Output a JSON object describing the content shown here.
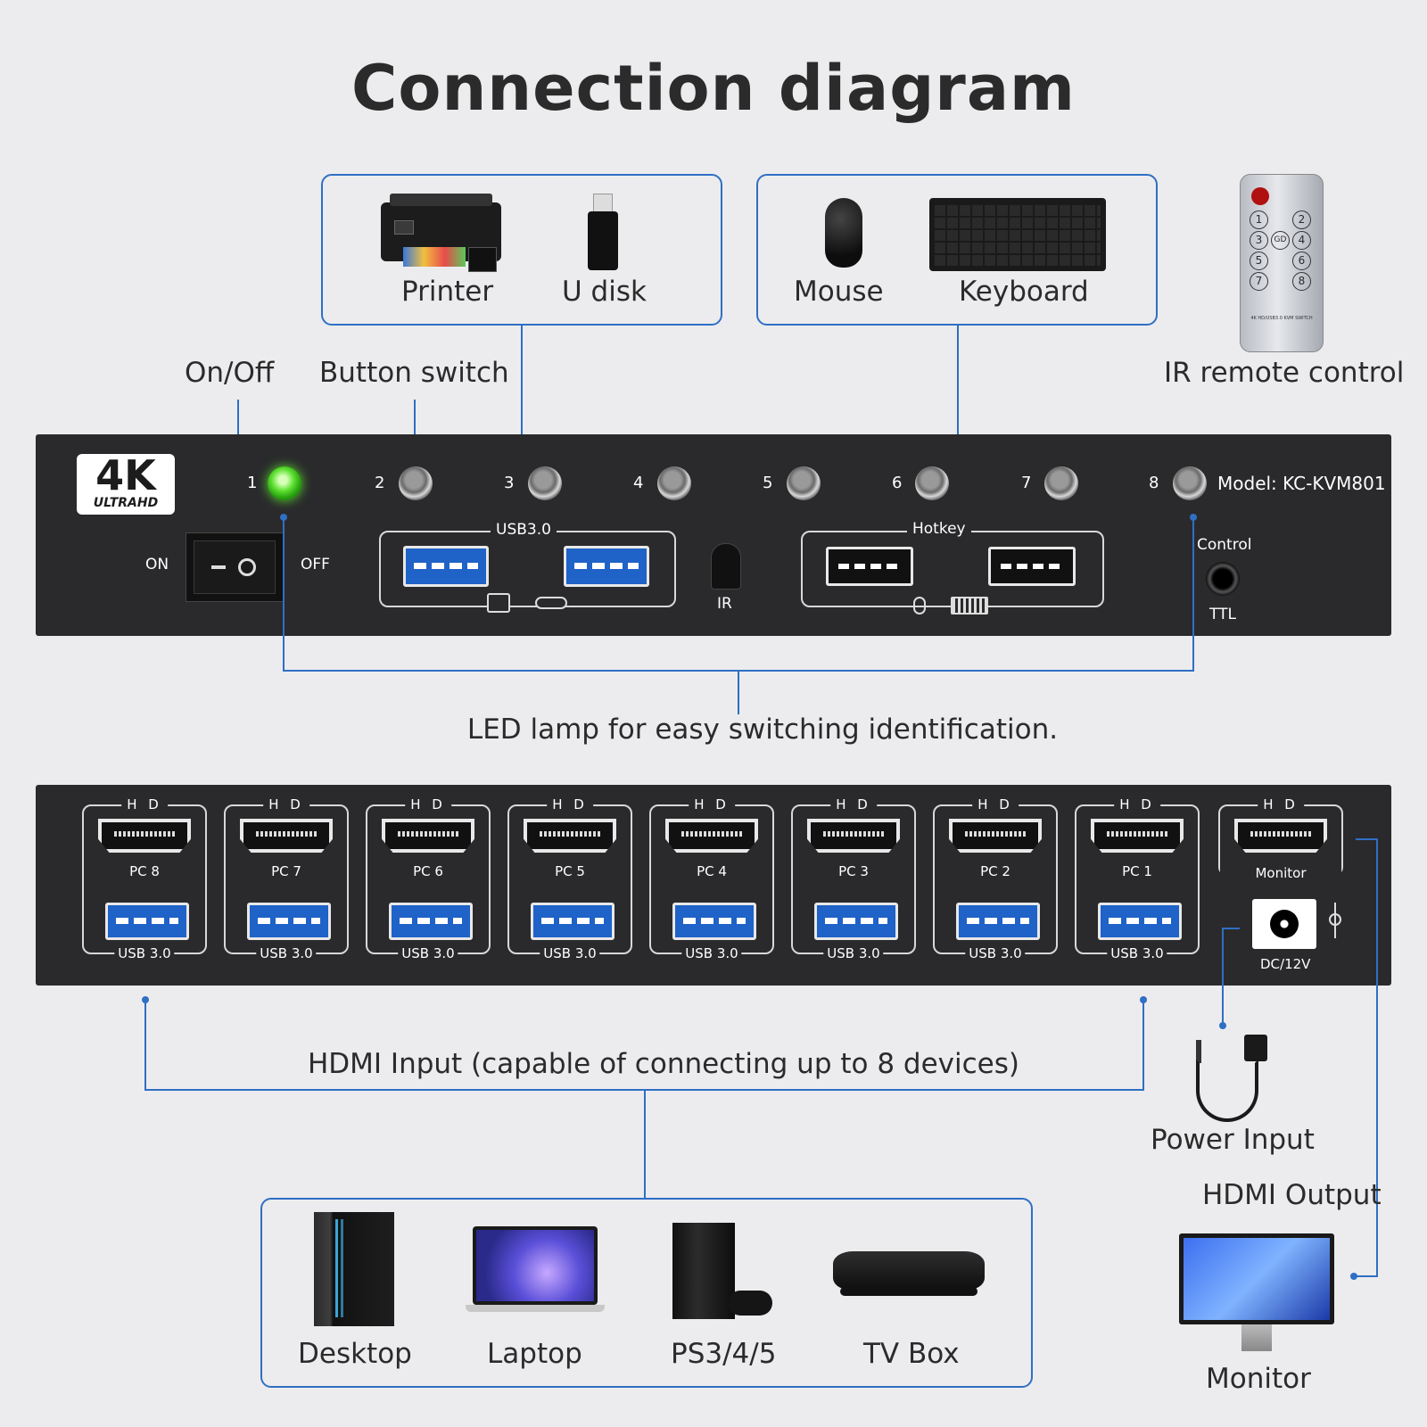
{
  "title": "Connection diagram",
  "peripherals": {
    "usb_devices": [
      "Printer",
      "U disk"
    ],
    "input_devices": [
      "Mouse",
      "Keyboard"
    ],
    "remote_label": "IR remote control",
    "remote_buttons": [
      "1",
      "2",
      "3",
      "GD",
      "4",
      "5",
      "6",
      "7",
      "8"
    ],
    "remote_caption": "4K HD/USB3.0 KVM SWITCH"
  },
  "callouts": {
    "on_off": "On/Off",
    "button_switch": "Button switch",
    "led_note": "LED lamp for easy switching identification.",
    "hdmi_input": "HDMI Input (capable of connecting up to 8 devices)",
    "power_input": "Power Input",
    "hdmi_output": "HDMI Output"
  },
  "front_panel": {
    "badge_main": "4K",
    "badge_sub": "ULTRAHD",
    "leds": [
      "1",
      "2",
      "3",
      "4",
      "5",
      "6",
      "7",
      "8"
    ],
    "active_led": "1",
    "model": "Model: KC-KVM801",
    "switch_on": "ON",
    "switch_off": "OFF",
    "usb_group": "USB3.0",
    "ir": "IR",
    "hotkey_group": "Hotkey",
    "control": "Control",
    "ttl": "TTL"
  },
  "rear_panel": {
    "hd": "H D",
    "ports": [
      "PC 8",
      "PC 7",
      "PC 6",
      "PC 5",
      "PC 4",
      "PC 3",
      "PC 2",
      "PC 1"
    ],
    "usb_label": "USB 3.0",
    "monitor": "Monitor",
    "dc": "DC/12V"
  },
  "sources": [
    "Desktop",
    "Laptop",
    "PS3/4/5",
    "TV Box"
  ],
  "output_device": "Monitor",
  "colors": {
    "accent": "#2f6fc4",
    "panel": "#2a2a2c",
    "led_on": "#5ce030",
    "usb_blue": "#1f62c8"
  }
}
